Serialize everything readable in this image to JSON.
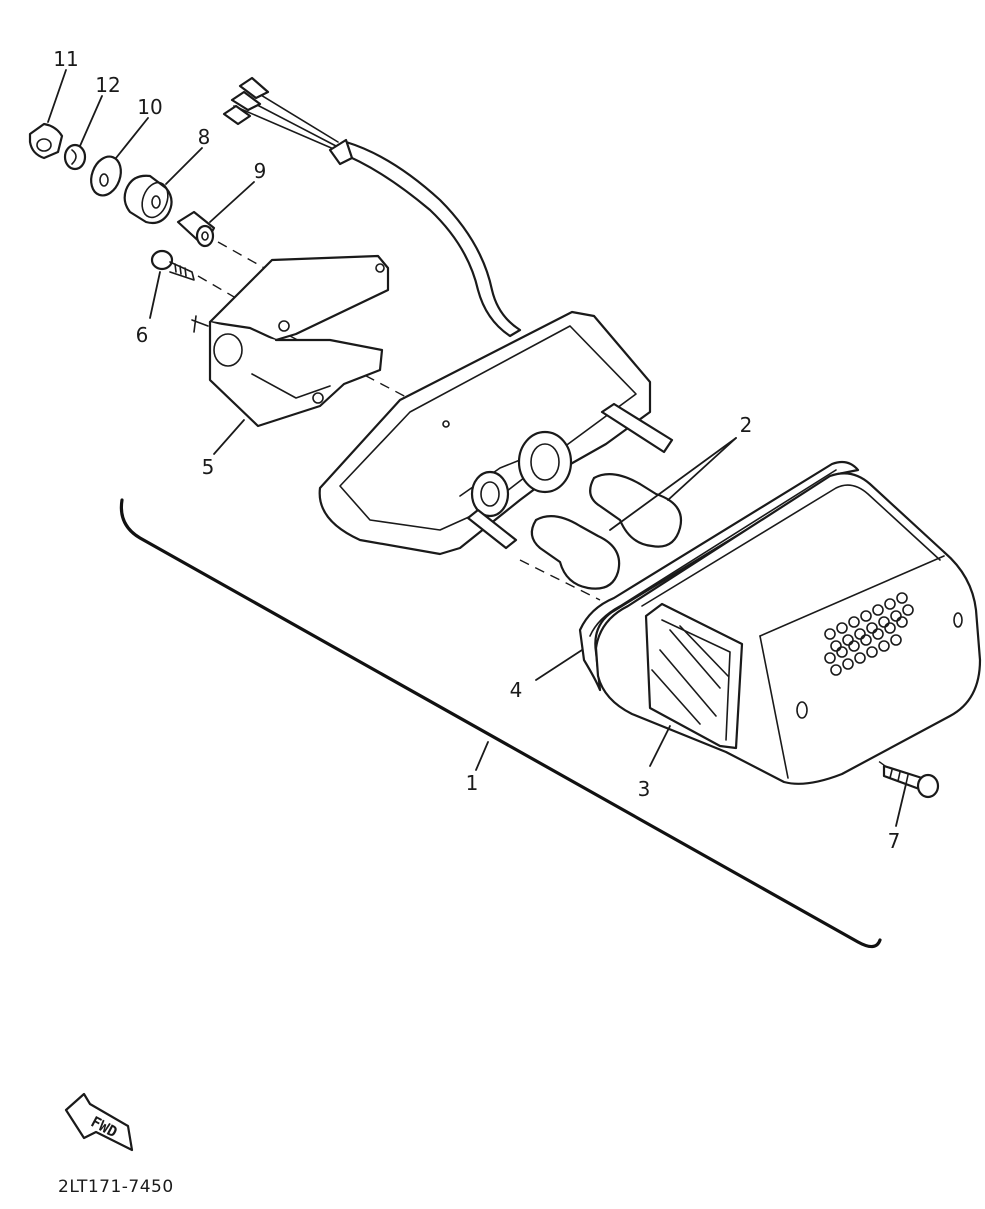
{
  "diagram": {
    "drawing_code": "2LT171-7450",
    "direction_arrow_label": "FWD",
    "callouts": [
      {
        "id": "1",
        "text": "1"
      },
      {
        "id": "2",
        "text": "2"
      },
      {
        "id": "3",
        "text": "3"
      },
      {
        "id": "4",
        "text": "4"
      },
      {
        "id": "5",
        "text": "5"
      },
      {
        "id": "6",
        "text": "6"
      },
      {
        "id": "7",
        "text": "7"
      },
      {
        "id": "8",
        "text": "8"
      },
      {
        "id": "9",
        "text": "9"
      },
      {
        "id": "10",
        "text": "10"
      },
      {
        "id": "11",
        "text": "11"
      },
      {
        "id": "12",
        "text": "12"
      }
    ]
  },
  "colors": {
    "line": "#1a1a1a",
    "background": "#ffffff"
  }
}
